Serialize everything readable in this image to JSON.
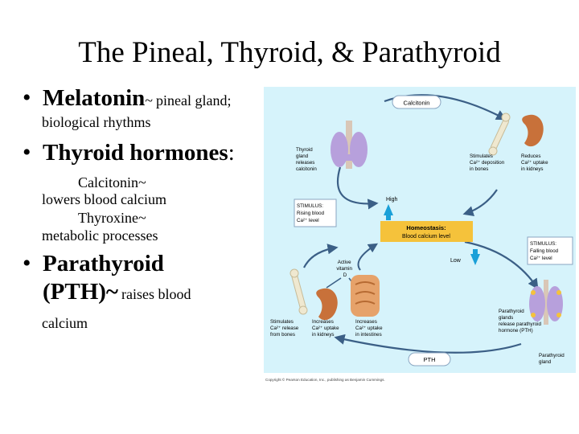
{
  "slide": {
    "title": "The Pineal, Thyroid, & Parathyroid",
    "bullets": [
      {
        "term": "Melatonin",
        "sep": "~",
        "rest": "pineal gland;",
        "cont": "biological rhythms"
      },
      {
        "term": "Thyroid hormones",
        "sep": ":",
        "sub": [
          "Calcitonin~",
          "lowers blood calcium",
          "Thyroxine~",
          "metabolic processes"
        ]
      },
      {
        "term_line1": "Parathyroid",
        "term_line2": "(PTH)~",
        "rest": "raises blood",
        "cont": "calcium"
      }
    ],
    "bullet_glyph": "•"
  },
  "figure": {
    "calcitonin": "Calcitonin",
    "thyroid_releases": [
      "Thyroid",
      "gland",
      "releases",
      "calcitonin"
    ],
    "stim_bones": [
      "Stimulates",
      "Ca²⁺ deposition",
      "in bones"
    ],
    "reduce_kidney": [
      "Reduces",
      "Ca²⁺ uptake",
      "in kidneys"
    ],
    "high": "High",
    "stim_rising": [
      "STIMULUS:",
      "Rising blood",
      "Ca²⁺ level"
    ],
    "homeostasis": [
      "Homeostasis:",
      "Blood calcium level"
    ],
    "stim_falling": [
      "STIMULUS:",
      "Falling blood",
      "Ca²⁺ level"
    ],
    "low": "Low",
    "active_vit": [
      "Active",
      "vitamin",
      "D"
    ],
    "stim_release": [
      "Stimulates",
      "Ca²⁺ release",
      "from bones"
    ],
    "inc_kidney": [
      "Increases",
      "Ca²⁺ uptake",
      "in kidneys"
    ],
    "inc_intestine": [
      "Increases",
      "Ca²⁺ uptake",
      "in intestines"
    ],
    "parathyroid_releases": [
      "Parathyroid",
      "glands",
      "release parathyroid",
      "hormone (PTH)"
    ],
    "pth": "PTH",
    "parathyroid_gland": [
      "Parathyroid",
      "gland"
    ],
    "copyright": "Copyright © Pearson Education, Inc., publishing as Benjamin Cummings.",
    "colors": {
      "panel": "#d6f3fb",
      "arrow": "#3b5f86",
      "homeostasis": "#f5c23b",
      "high_arrow": "#1aa0d8",
      "thyroid": "#b7a0dc",
      "kidney": "#c8713a",
      "intestine": "#e6a26a",
      "bone": "#efe8d0"
    }
  }
}
